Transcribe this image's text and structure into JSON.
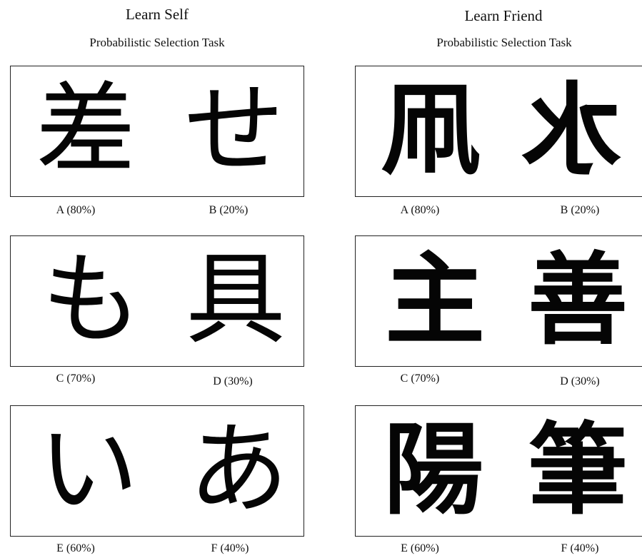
{
  "columns": [
    {
      "title": "Learn Self",
      "subtitle": "Probabilistic Selection Task",
      "rows": [
        {
          "left_glyph": "差",
          "right_glyph": "せ",
          "left_label": "A (80%)",
          "right_label": "B (20%)"
        },
        {
          "left_glyph": "も",
          "right_glyph": "具",
          "left_label": "C (70%)",
          "right_label": "D (30%)"
        },
        {
          "left_glyph": "い",
          "right_glyph": "あ",
          "left_label": "E (60%)",
          "right_label": "F (40%)"
        }
      ]
    },
    {
      "title": "Learn Friend",
      "subtitle": "Probabilistic Selection Task",
      "rows": [
        {
          "left_glyph": "凧",
          "right_glyph": "水",
          "left_label": "A (80%)",
          "right_label": "B (20%)"
        },
        {
          "left_glyph": "主",
          "right_glyph": "善",
          "left_label": "C (70%)",
          "right_label": "D (30%)"
        },
        {
          "left_glyph": "陽",
          "right_glyph": "筆",
          "left_label": "E (60%)",
          "right_label": "F (40%)"
        }
      ]
    }
  ]
}
